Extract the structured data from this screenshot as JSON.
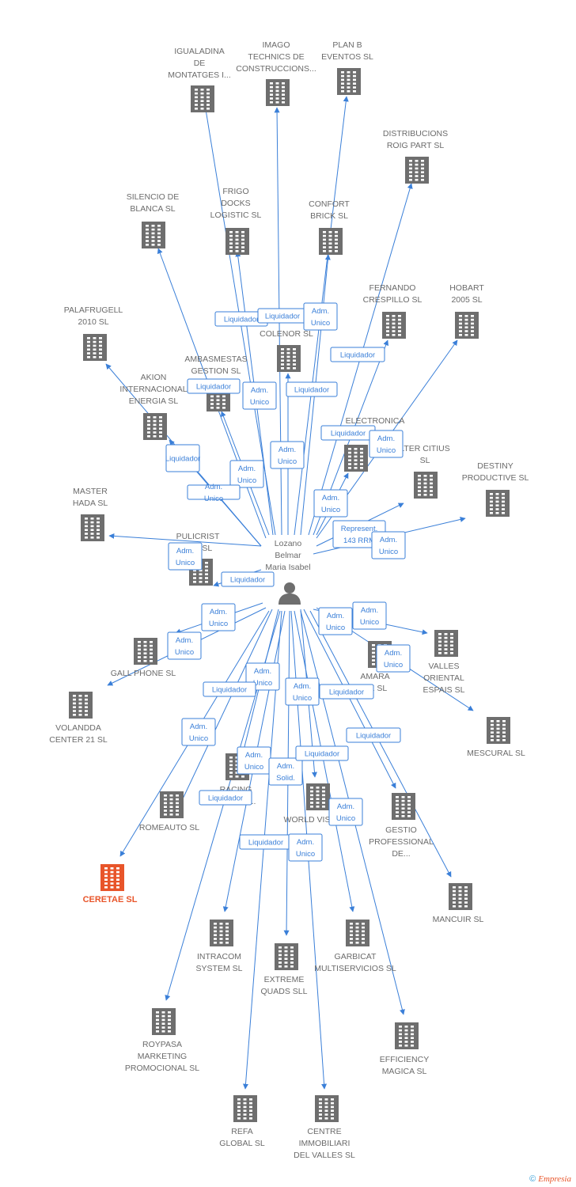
{
  "center": {
    "label_lines": [
      "Lozano",
      "Belmar",
      "Maria Isabel"
    ]
  },
  "colors": {
    "edge": "#3a7fd8",
    "building": "#6e6e6e",
    "highlight": "#e8552a",
    "role_border": "#3a7fd8",
    "label": "#6b6b6b"
  },
  "nodes": [
    {
      "id": "igualadina",
      "lines": [
        "IGUALADINA",
        "DE",
        "MONTATGES I..."
      ]
    },
    {
      "id": "imago",
      "lines": [
        "IMAGO",
        "TECHNICS DE",
        "CONSTRUCCIONS..."
      ]
    },
    {
      "id": "planb",
      "lines": [
        "PLAN B",
        "EVENTOS SL"
      ]
    },
    {
      "id": "distribucions",
      "lines": [
        "DISTRIBUCIONS",
        "ROIG PART SL"
      ]
    },
    {
      "id": "silencio",
      "lines": [
        "SILENCIO DE",
        "BLANCA SL"
      ]
    },
    {
      "id": "frigo",
      "lines": [
        "FRIGO",
        "DOCKS",
        "LOGISTIC SL"
      ]
    },
    {
      "id": "confort",
      "lines": [
        "CONFORT",
        "BRICK SL"
      ]
    },
    {
      "id": "fernando",
      "lines": [
        "FERNANDO",
        "CRESPILLO SL"
      ]
    },
    {
      "id": "hobart",
      "lines": [
        "HOBART",
        "2005 SL"
      ]
    },
    {
      "id": "palafrugell",
      "lines": [
        "PALAFRUGELL",
        "2010 SL"
      ]
    },
    {
      "id": "colenor",
      "lines": [
        "COLENOR  SL"
      ]
    },
    {
      "id": "ambasmestas",
      "lines": [
        "AMBASMESTAS",
        "GESTION SL"
      ]
    },
    {
      "id": "akion",
      "lines": [
        "AKION",
        "INTERNACIONAL",
        "ENERGIA SL"
      ]
    },
    {
      "id": "electronica",
      "lines": [
        "ELECTRONICA"
      ]
    },
    {
      "id": "citius",
      "lines": [
        "LTER CITIUS",
        "SL"
      ]
    },
    {
      "id": "destiny",
      "lines": [
        "DESTINY",
        "PRODUCTIVE  SL"
      ]
    },
    {
      "id": "master",
      "lines": [
        "MASTER",
        "HADA  SL"
      ]
    },
    {
      "id": "pulicrist",
      "lines": [
        "PULICRIST",
        "ENT SL"
      ]
    },
    {
      "id": "represent",
      "lines": []
    },
    {
      "id": "gallphone",
      "lines": [
        "GALL PHONE SL"
      ]
    },
    {
      "id": "volandda",
      "lines": [
        "VOLANDDA",
        "CENTER 21 SL"
      ]
    },
    {
      "id": "amara",
      "lines": [
        "AMARA",
        "RK SL"
      ]
    },
    {
      "id": "valles",
      "lines": [
        "VALLES",
        "ORIENTAL",
        "ESPAIS SL"
      ]
    },
    {
      "id": "mescural",
      "lines": [
        "MESCURAL SL"
      ]
    },
    {
      "id": "racing",
      "lines": [
        "RACING",
        "IBERICA..."
      ]
    },
    {
      "id": "romeauto",
      "lines": [
        "ROMEAUTO  SL"
      ]
    },
    {
      "id": "worldvis",
      "lines": [
        "WORLD VIS"
      ]
    },
    {
      "id": "gestio",
      "lines": [
        "GESTIO",
        "PROFESSIONAL",
        "DE..."
      ]
    },
    {
      "id": "ceretae",
      "lines": [
        "CERETAE SL"
      ],
      "highlight": true
    },
    {
      "id": "mancuir",
      "lines": [
        "MANCUIR SL"
      ]
    },
    {
      "id": "intracom",
      "lines": [
        "INTRACOM",
        "SYSTEM SL"
      ]
    },
    {
      "id": "extreme",
      "lines": [
        "EXTREME",
        "QUADS SLL"
      ]
    },
    {
      "id": "garbicat",
      "lines": [
        "GARBICAT",
        "MULTISERVICIOS SL"
      ]
    },
    {
      "id": "roypasa",
      "lines": [
        "ROYPASA",
        "MARKETING",
        "PROMOCIONAL SL"
      ]
    },
    {
      "id": "efficiency",
      "lines": [
        "EFFICIENCY",
        "MAGICA SL"
      ]
    },
    {
      "id": "refa",
      "lines": [
        "REFA",
        "GLOBAL SL"
      ]
    },
    {
      "id": "centre",
      "lines": [
        "CENTRE",
        "IMMOBILIARI",
        "DEL VALLES SL"
      ]
    }
  ],
  "roles": [
    {
      "lines": [
        "Liquidador"
      ]
    },
    {
      "lines": [
        "Liquidador"
      ]
    },
    {
      "lines": [
        "Adm.",
        "Unico"
      ]
    },
    {
      "lines": [
        "Liquidador"
      ]
    },
    {
      "lines": [
        "Liquidador"
      ]
    },
    {
      "lines": [
        "Adm.",
        "Unico"
      ]
    },
    {
      "lines": [
        "Liquidador"
      ]
    },
    {
      "lines": [
        "Liquidador"
      ]
    },
    {
      "lines": [
        "Adm.",
        "Unico"
      ]
    },
    {
      "lines": [
        "Adm.",
        "Unico"
      ]
    },
    {
      "lines": [
        "Adm.",
        "Unico"
      ]
    },
    {
      "lines": [
        "Liquidador"
      ]
    },
    {
      "lines": [
        "Adm.",
        "Unico"
      ]
    },
    {
      "lines": [
        "Adm.",
        "Unico"
      ]
    },
    {
      "lines": [
        "Represent.",
        "143 RRM"
      ]
    },
    {
      "lines": [
        "Adm.",
        "Unico"
      ]
    },
    {
      "lines": [
        "Adm.",
        "Unico"
      ]
    },
    {
      "lines": [
        "Liquidador"
      ]
    },
    {
      "lines": [
        "Adm.",
        "Unico"
      ]
    },
    {
      "lines": [
        "Adm.",
        "Unico"
      ]
    },
    {
      "lines": [
        "Adm.",
        "Unico"
      ]
    },
    {
      "lines": [
        "Adm.",
        "Unico"
      ]
    },
    {
      "lines": [
        "Adm.",
        "Unico"
      ]
    },
    {
      "lines": [
        "Adm.",
        "Unico"
      ]
    },
    {
      "lines": [
        "Liquidador"
      ]
    },
    {
      "lines": [
        "Adm.",
        "Unico"
      ]
    },
    {
      "lines": [
        "Liquidador"
      ]
    },
    {
      "lines": [
        "Liquidador"
      ]
    },
    {
      "lines": [
        "Adm.",
        "Unico"
      ]
    },
    {
      "lines": [
        "Adm.",
        "Unico"
      ]
    },
    {
      "lines": [
        "Adm.",
        "Solid."
      ]
    },
    {
      "lines": [
        "Liquidador"
      ]
    },
    {
      "lines": [
        "Liquidador"
      ]
    },
    {
      "lines": [
        "Adm.",
        "Unico"
      ]
    },
    {
      "lines": [
        "Liquidador"
      ]
    },
    {
      "lines": [
        "Adm.",
        "Unico"
      ]
    }
  ],
  "footer": {
    "copyright": "©",
    "brand": "Empresia"
  }
}
